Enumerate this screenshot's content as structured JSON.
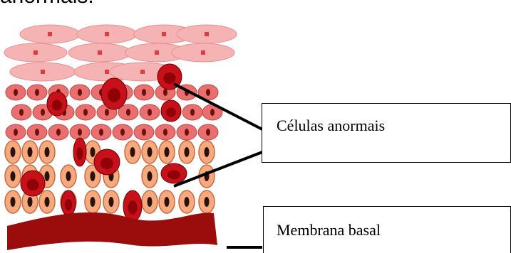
{
  "top_text": "anormais.",
  "labels": {
    "abnormal_cells": "Células anormais",
    "basal_membrane": "Membrana basal"
  },
  "colors": {
    "membrane": "#9b0d0d",
    "basal_cell_fill": "#f6a97e",
    "basal_cell_nucleus": "#2a1208",
    "mid_cell_fill": "#ea6f6f",
    "top_cell_fill": "#f5b3b3",
    "abnormal_cell_fill": "#c8101a",
    "abnormal_cell_core": "#8e0208"
  }
}
